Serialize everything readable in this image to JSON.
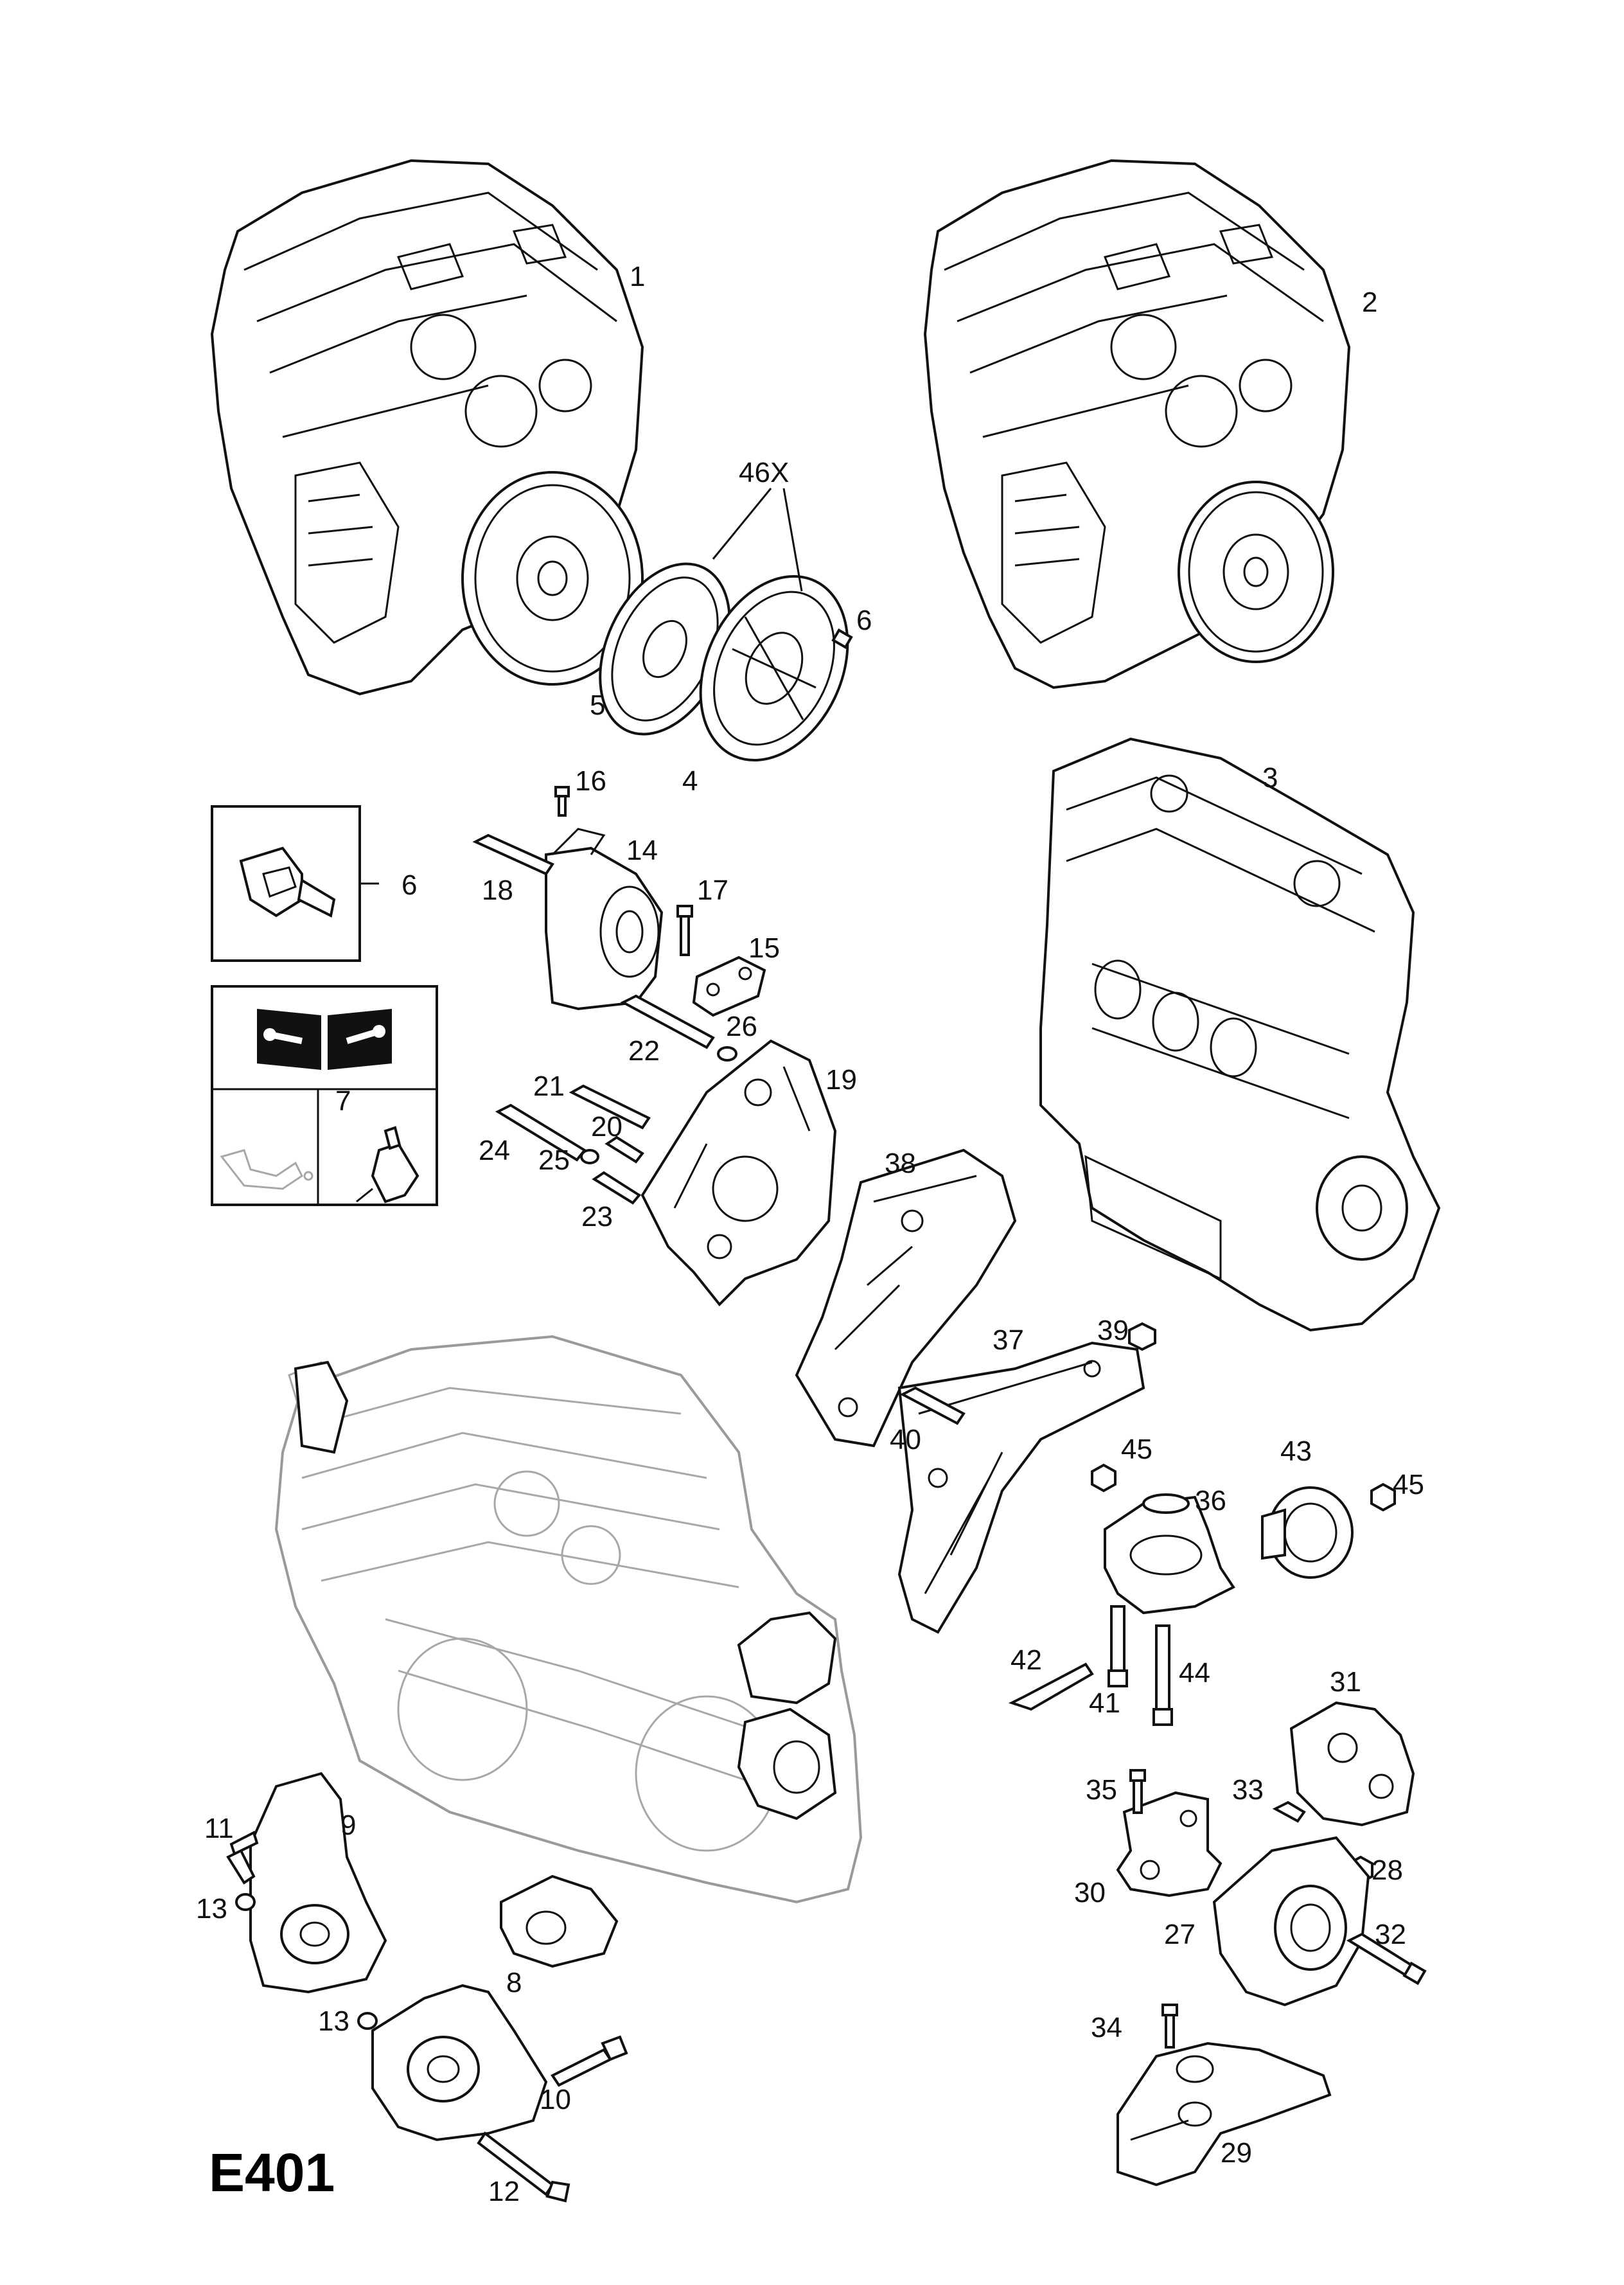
{
  "diagram_code": "E401",
  "callouts": [
    {
      "id": "c1",
      "text": "1"
    },
    {
      "id": "c2",
      "text": "2"
    },
    {
      "id": "c46x",
      "text": "46X"
    },
    {
      "id": "c6a",
      "text": "6"
    },
    {
      "id": "c5",
      "text": "5"
    },
    {
      "id": "c4",
      "text": "4"
    },
    {
      "id": "c3",
      "text": "3"
    },
    {
      "id": "c16",
      "text": "16"
    },
    {
      "id": "c14",
      "text": "14"
    },
    {
      "id": "c6b",
      "text": "6"
    },
    {
      "id": "c18",
      "text": "18"
    },
    {
      "id": "c17",
      "text": "17"
    },
    {
      "id": "c15",
      "text": "15"
    },
    {
      "id": "c22",
      "text": "22"
    },
    {
      "id": "c26",
      "text": "26"
    },
    {
      "id": "c21",
      "text": "21"
    },
    {
      "id": "c19",
      "text": "19"
    },
    {
      "id": "c7",
      "text": "7"
    },
    {
      "id": "c20",
      "text": "20"
    },
    {
      "id": "c24",
      "text": "24"
    },
    {
      "id": "c25",
      "text": "25"
    },
    {
      "id": "c23",
      "text": "23"
    },
    {
      "id": "c38",
      "text": "38"
    },
    {
      "id": "c37",
      "text": "37"
    },
    {
      "id": "c39",
      "text": "39"
    },
    {
      "id": "c40",
      "text": "40"
    },
    {
      "id": "c45a",
      "text": "45"
    },
    {
      "id": "c43",
      "text": "43"
    },
    {
      "id": "c45b",
      "text": "45"
    },
    {
      "id": "c36",
      "text": "36"
    },
    {
      "id": "c42",
      "text": "42"
    },
    {
      "id": "c44",
      "text": "44"
    },
    {
      "id": "c41",
      "text": "41"
    },
    {
      "id": "c31",
      "text": "31"
    },
    {
      "id": "c11",
      "text": "11"
    },
    {
      "id": "c9",
      "text": "9"
    },
    {
      "id": "c13a",
      "text": "13"
    },
    {
      "id": "c35",
      "text": "35"
    },
    {
      "id": "c33",
      "text": "33"
    },
    {
      "id": "c28",
      "text": "28"
    },
    {
      "id": "c30",
      "text": "30"
    },
    {
      "id": "c32",
      "text": "32"
    },
    {
      "id": "c27",
      "text": "27"
    },
    {
      "id": "c8",
      "text": "8"
    },
    {
      "id": "c13b",
      "text": "13"
    },
    {
      "id": "c34",
      "text": "34"
    },
    {
      "id": "c10",
      "text": "10"
    },
    {
      "id": "c29",
      "text": "29"
    },
    {
      "id": "c12",
      "text": "12"
    }
  ],
  "icons": {
    "manual": "service-manual-icon",
    "oil": "oil-sump-icon",
    "sealant": "sealant-bottle-icon",
    "bolt": "torx-bolt-icon"
  },
  "colors": {
    "ink": "#111111",
    "ghost": "#9a9a9a",
    "paper": "#ffffff"
  }
}
